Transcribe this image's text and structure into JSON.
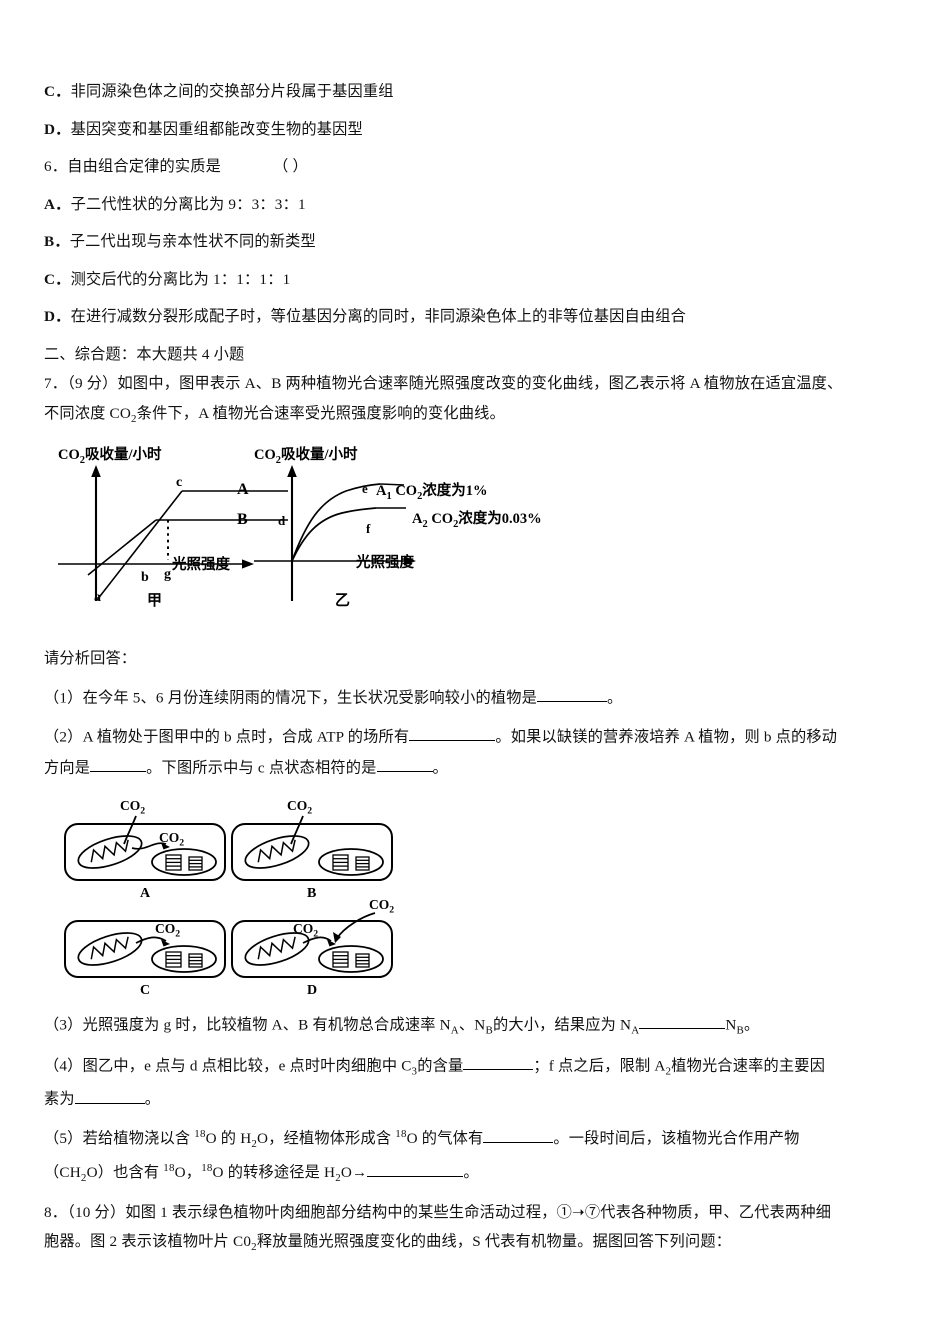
{
  "page": {
    "choices_continued": [
      {
        "letter": "C．",
        "text": "非同源染色体之间的交换部分片段属于基因重组"
      },
      {
        "letter": "D．",
        "text": "基因突变和基因重组都能改变生物的基因型"
      }
    ],
    "question6": {
      "number": "6．",
      "stem": "自由组合定律的实质是",
      "bracket": "（   ）",
      "options": [
        {
          "letter": "A．",
          "text": "子二代性状的分离比为 9：3：3：1"
        },
        {
          "letter": "B．",
          "text": "子二代出现与亲本性状不同的新类型"
        },
        {
          "letter": "C．",
          "text": "测交后代的分离比为 1：1：1：1"
        },
        {
          "letter": "D．",
          "text": "在进行减数分裂形成配子时，等位基因分离的同时，非同源染色体上的非等位基因自由组合"
        }
      ]
    },
    "section2_heading": "二、综合题：本大题共 4 小题",
    "question7": {
      "number": "7．",
      "score": "（9 分）",
      "stem_part1": "如图中，图甲表示 A、B 两种植物光合速率随光照强度改变的变化曲线，图乙表示将 A 植物放在适宜温度、",
      "stem_part2_pre": "不同浓度 CO",
      "stem_part2_sub": "2",
      "stem_part2_post": "条件下，A 植物光合速率受光照强度影响的变化曲线。",
      "prompt": "请分析回答：",
      "items": [
        {
          "label": "（1）",
          "text_before": "在今年 5、6 月份连续阴雨的情况下，生长状况受影响较小的植物是",
          "text_after": "。"
        },
        {
          "label": "（2）",
          "line1_before": "A 植物处于图甲中的 b 点时，合成 ATP 的场所有",
          "line1_mid": "。如果以缺镁的营养液培养 A 植物，则 b 点的移动",
          "line2_before": "方向是",
          "line2_mid": "。下图所示中与 c 点状态相符的是",
          "line2_after": "。"
        },
        {
          "label": "（3）",
          "text_before": "光照强度为 g 时，比较植物 A、B 有机物总合成速率 N",
          "sub1": "A",
          "text_mid1": "、N",
          "sub2": "B",
          "text_mid2": "的大小，结果应为 N",
          "sub3": "A",
          "text_after_sub": "N",
          "sub4": "B",
          "text_end": "。"
        },
        {
          "label": "（4）",
          "line1_a": "图乙中，e 点与 d 点相比较，e 点时叶肉细胞中 C",
          "sub_c3": "3",
          "line1_b": "的含量",
          "line1_c": "；f 点之后，限制 A",
          "sub_a2": "2",
          "line1_d": "植物光合速率的主要因",
          "line2_a": "素为",
          "line2_b": "。"
        },
        {
          "label": "（5）",
          "line1_a": "若给植物浇以含 ",
          "sup_18a": "18",
          "line1_b": "O 的 H",
          "sub_h2": "2",
          "line1_c": "O，经植物体形成含 ",
          "sup_18b": "18",
          "line1_d": "O 的气体有",
          "line1_e": "。一段时间后，该植物光合作用产物",
          "line2_a": "（CH",
          "sub_ch2": "2",
          "line2_b": "O）也含有 ",
          "sup_18c": "18",
          "line2_c": "O，",
          "sup_18d": "18",
          "line2_d": "O 的转移途径是 H",
          "sub_h2b": "2",
          "line2_e": "O→",
          "line2_f": "。"
        }
      ]
    },
    "question8": {
      "number": "8．",
      "score": "（10 分）",
      "line1_a": "如图 1 表示绿色植物叶肉细胞部分结构中的某些生命活动过程，①",
      "arrow": "➝",
      "line1_b": "⑦代表各种物质，甲、乙代表两种细",
      "line2_a": "胞器。图 2 表示该植物叶片 C0",
      "sub_2": "2",
      "line2_b": "释放量随光照强度变化的曲线，S 代表有机物量。据图回答下列问题："
    }
  },
  "figure_graphs": {
    "name": "photosynthesis-light-response-curves",
    "left": {
      "caption": "甲",
      "y_axis_label_pre": "CO",
      "y_axis_label_sub": "2",
      "y_axis_label_post": "吸收量/小时",
      "x_axis_label": "光照强度",
      "curve_labels": [
        {
          "id": "A",
          "text": "A"
        },
        {
          "id": "B",
          "text": "B"
        }
      ],
      "point_labels": [
        {
          "id": "a",
          "text": "a"
        },
        {
          "id": "b",
          "text": "b"
        },
        {
          "id": "c",
          "text": "c"
        },
        {
          "id": "g",
          "text": "g"
        }
      ]
    },
    "right": {
      "caption": "乙",
      "y_axis_label_pre": "CO",
      "y_axis_label_sub": "2",
      "y_axis_label_post": "吸收量/小时",
      "x_axis_label": "光照强度",
      "point_labels": [
        {
          "id": "d",
          "text": "d"
        },
        {
          "id": "e",
          "text": "e"
        },
        {
          "id": "f",
          "text": "f"
        }
      ],
      "legend": [
        {
          "name_pre": "A",
          "name_sub": "1",
          "rest_pre": " CO",
          "rest_sub": "2",
          "rest_post": "浓度为1%"
        },
        {
          "name_pre": "A",
          "name_sub": "2",
          "rest_pre": " CO",
          "rest_sub": "2",
          "rest_post": "浓度为0.03%"
        }
      ]
    }
  },
  "figure_cells": {
    "name": "cell-gas-exchange-panels",
    "co2_label_pre": "CO",
    "co2_label_sub": "2",
    "panels": [
      {
        "id": "A",
        "caption": "A",
        "external_out": true,
        "to_chloroplast": true,
        "external_in": false
      },
      {
        "id": "B",
        "caption": "B",
        "external_out": true,
        "to_chloroplast": false,
        "external_in": false
      },
      {
        "id": "C",
        "caption": "C",
        "external_out": false,
        "to_chloroplast": true,
        "external_in": false
      },
      {
        "id": "D",
        "caption": "D",
        "external_out": false,
        "to_chloroplast": true,
        "external_in": true
      }
    ]
  },
  "chart_data": [
    {
      "type": "line",
      "title": "甲",
      "xlabel": "光照强度",
      "ylabel": "CO2吸收量/小时",
      "series": [
        {
          "name": "A",
          "description": "从 a 点（负值，较低）线性上升至 c 点后水平饱和",
          "start_point": "a",
          "saturation_point": "c",
          "saturation_level": 0.85
        },
        {
          "name": "B",
          "description": "从较高负值起点线性上升至 b 平台后水平饱和",
          "start_point": "b-origin",
          "saturation_point": "b",
          "saturation_level": 0.5
        }
      ],
      "annotations": [
        "a",
        "b",
        "c",
        "g"
      ],
      "grid": false,
      "legend": "right-inline"
    },
    {
      "type": "line",
      "title": "乙",
      "xlabel": "光照强度",
      "ylabel": "CO2吸收量/小时",
      "series": [
        {
          "name": "A1 CO2浓度为1%",
          "description": "自原点上升的饱和曲线，较高平台，标注点 e",
          "saturation_level": 0.9
        },
        {
          "name": "A2 CO2浓度为0.03%",
          "description": "自原点上升的饱和曲线，较低平台，标注点 f",
          "saturation_level": 0.62
        }
      ],
      "annotations": [
        "d",
        "e",
        "f"
      ],
      "grid": false,
      "legend": "right-inline"
    }
  ]
}
